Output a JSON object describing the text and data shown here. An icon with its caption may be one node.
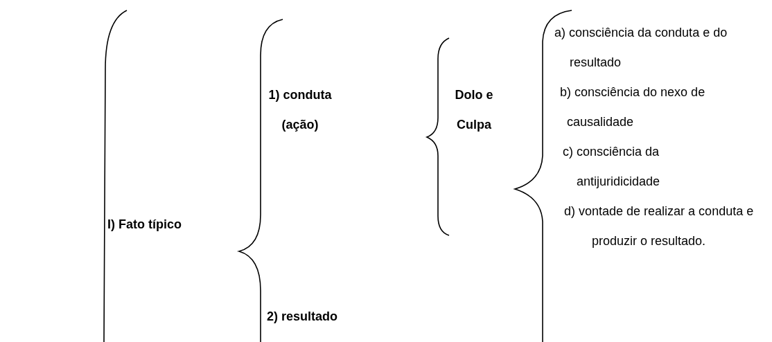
{
  "diagram": {
    "labels": [
      "I) Fato típico",
      "1) conduta (ação)",
      "Dolo e Culpa",
      "a) consciência da conduta e do resultado",
      "b) consciência do nexo de causalidade",
      "c) consciência da antijuridicidade",
      "d) vontade de realizar a conduta e produzir o resultado.",
      "2) resultado"
    ]
  }
}
